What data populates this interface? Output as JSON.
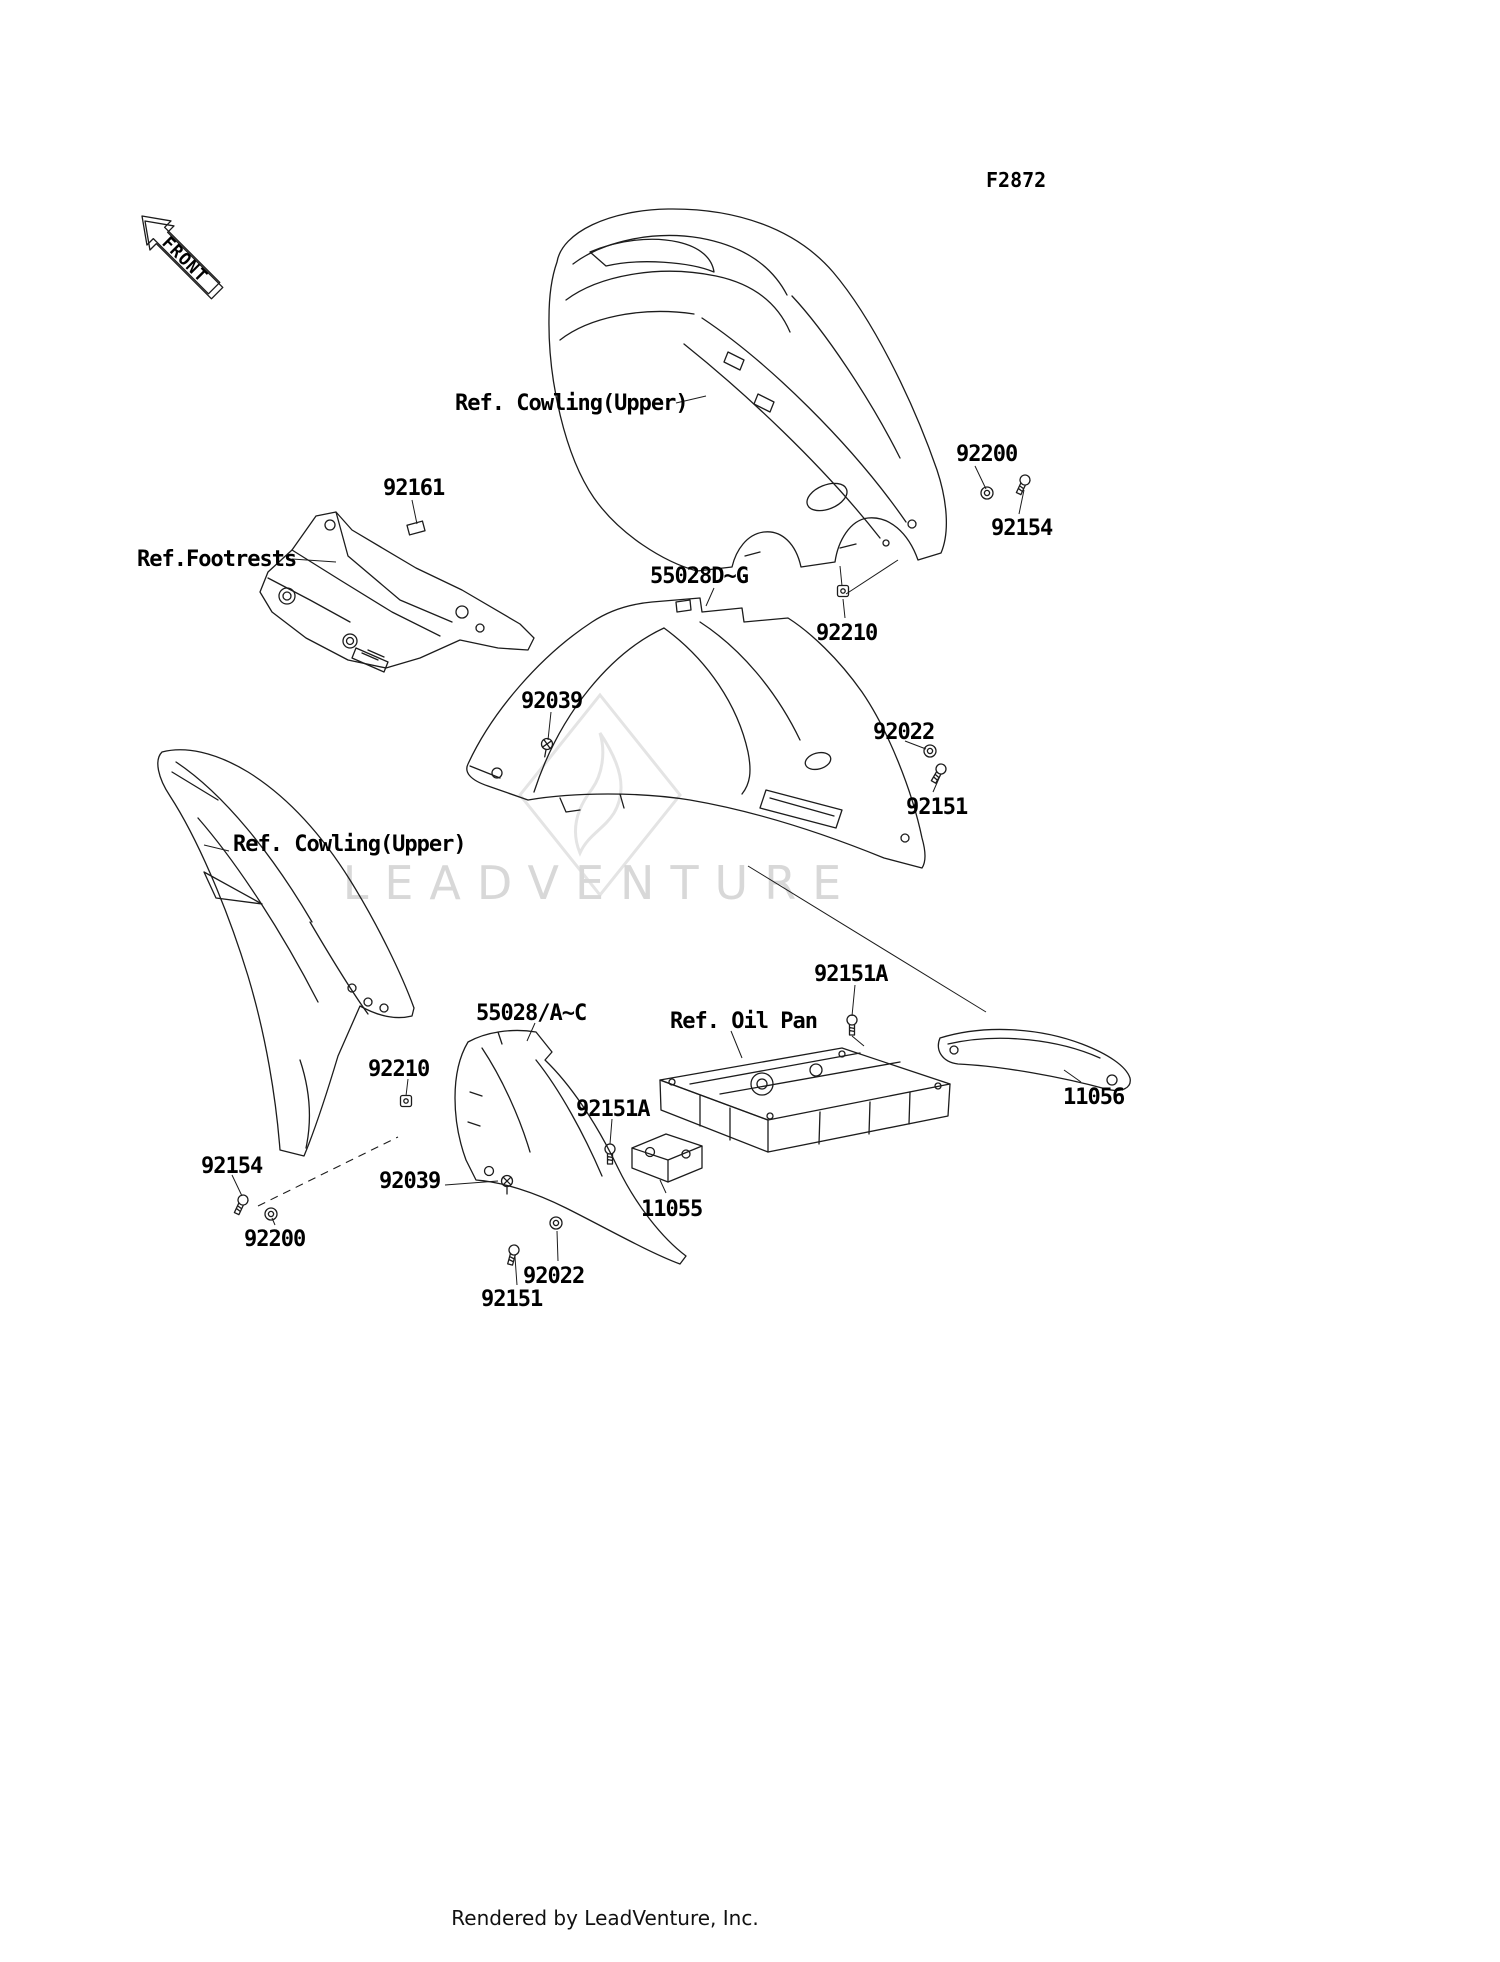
{
  "doc": {
    "figure_code": "F2872",
    "front_label": "FRONT",
    "watermark_text": "LEADVENTURE",
    "footer_text": "Rendered by LeadVenture, Inc."
  },
  "colors": {
    "line": "#1c1c1c",
    "text": "#000000",
    "watermark": "#d8d8d8",
    "background": "#ffffff"
  },
  "ref_labels": [
    {
      "target": "upper-cowling-right",
      "text": "Ref. Cowling(Upper)"
    },
    {
      "target": "footrests",
      "text": "Ref.Footrests"
    },
    {
      "target": "upper-cowling-left",
      "text": "Ref. Cowling(Upper)"
    },
    {
      "target": "oil-pan",
      "text": "Ref. Oil Pan"
    }
  ],
  "parts": [
    {
      "text": "92161"
    },
    {
      "text": "92200"
    },
    {
      "text": "92154"
    },
    {
      "text": "55028D~G"
    },
    {
      "text": "92210"
    },
    {
      "text": "92039"
    },
    {
      "text": "92022"
    },
    {
      "text": "92151"
    },
    {
      "text": "92151A"
    },
    {
      "text": "55028/A~C"
    },
    {
      "text": "92210"
    },
    {
      "text": "11056"
    },
    {
      "text": "92151A"
    },
    {
      "text": "92154"
    },
    {
      "text": "92039"
    },
    {
      "text": "11055"
    },
    {
      "text": "92200"
    },
    {
      "text": "92022"
    },
    {
      "text": "92151"
    }
  ]
}
